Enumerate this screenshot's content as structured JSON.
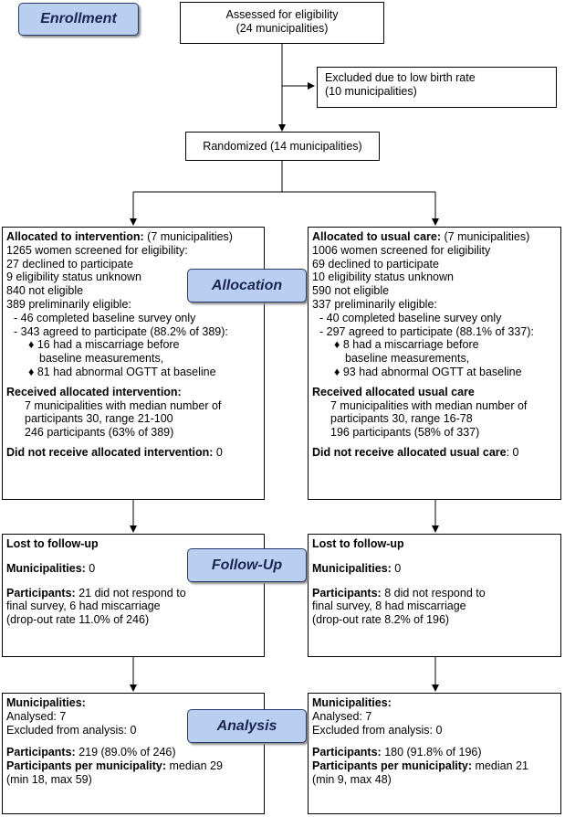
{
  "stages": {
    "enrollment": "Enrollment",
    "allocation": "Allocation",
    "followup": "Follow-Up",
    "analysis": "Analysis"
  },
  "assessed": {
    "line1": "Assessed for eligibility",
    "line2": "(24 municipalities)"
  },
  "excluded": {
    "line1": "Excluded due to low birth rate",
    "line2": "(10 municipalities)"
  },
  "randomized": "Randomized (14 municipalities)",
  "intervention": {
    "alloc_head": "Allocated to intervention:",
    "alloc_rest": " (7 municipalities)",
    "lines": [
      "1265 women screened for eligibility:",
      "27 declined to participate",
      "9 eligibility status unknown",
      "840 not eligible",
      "389 preliminarily eligible:"
    ],
    "sub1": "- 46 completed baseline survey only",
    "sub2": "- 343 agreed to participate (88.2% of 389):",
    "bullet1a": "16 had a miscarriage before",
    "bullet1b": "baseline measurements,",
    "bullet2": "81 had abnormal OGTT at baseline",
    "received_head": "Received allocated intervention:",
    "received_lines": [
      "7 municipalities with median number of",
      "participants 30, range 21-100",
      "246 participants (63% of 389)"
    ],
    "not_received_head": "Did not receive allocated intervention:",
    "not_received_val": " 0",
    "lost_head": "Lost to follow-up",
    "muni_head": "Municipalities:",
    "muni_val": " 0",
    "part_head": "Participants:",
    "part_lines": [
      " 21 did not respond to",
      "final survey, 6 had miscarriage",
      "(drop-out rate 11.0% of 246)"
    ],
    "an_muni_head": "Municipalities:",
    "an_analysed": "Analysed: 7",
    "an_excluded": "Excluded from analysis: 0",
    "an_part_head": "Participants:",
    "an_part_val": " 219 (89.0% of 246)",
    "an_ppm_head": "Participants per municipality:",
    "an_ppm_val": " median 29",
    "an_ppm_line2": "(min 18, max 59)"
  },
  "usual": {
    "alloc_head": "Allocated to usual care:",
    "alloc_rest": " (7 municipalities)",
    "lines": [
      "1006 women screened for eligibility",
      "69 declined to participate",
      "10 eligibility status unknown",
      "590 not eligible",
      "337 preliminarily eligible:"
    ],
    "sub1": "- 40 completed baseline survey only",
    "sub2": "- 297 agreed to participate (88.1% of 337):",
    "bullet1a": "8 had a miscarriage before",
    "bullet1b": "baseline measurements,",
    "bullet2": "93 had abnormal OGTT at baseline",
    "received_head": "Received allocated usual care",
    "received_lines": [
      "7 municipalities with median number of",
      "participants 30, range 16-78",
      "196 participants (58% of 337)"
    ],
    "not_received_head": "Did not receive allocated usual care",
    "not_received_val": ": 0",
    "lost_head": "Lost to follow-up",
    "muni_head": "Municipalities:",
    "muni_val": " 0",
    "part_head": "Participants:",
    "part_lines": [
      " 8 did not respond to",
      "final survey, 8 had miscarriage",
      "(drop-out rate 8.2% of 196)"
    ],
    "an_muni_head": "Municipalities:",
    "an_analysed": "Analysed: 7",
    "an_excluded": "Excluded from analysis: 0",
    "an_part_head": "Participants:",
    "an_part_val": " 180 (91.8% of 196)",
    "an_ppm_head": "Participants per municipality:",
    "an_ppm_val": " median 21",
    "an_ppm_line2": "(min 9, max 48)"
  }
}
